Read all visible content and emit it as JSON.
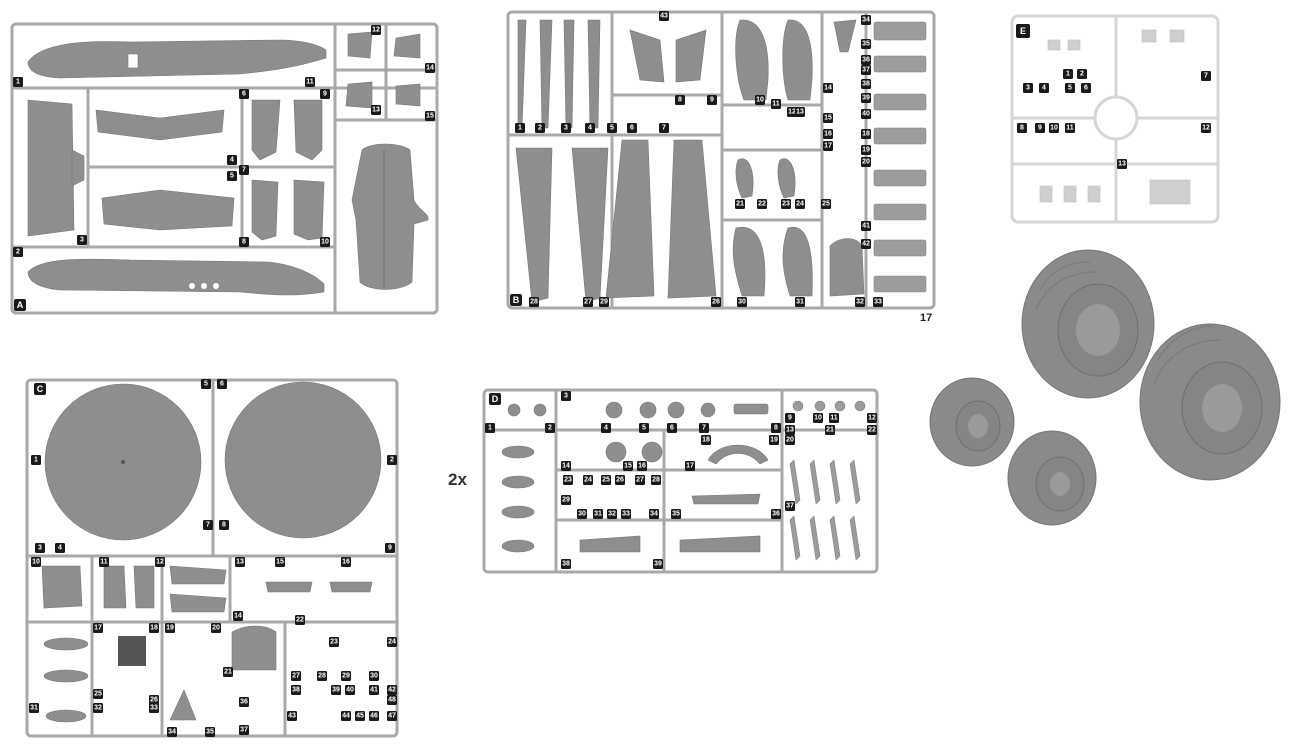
{
  "page": {
    "number": "17",
    "multiplier_label": "2x"
  },
  "sprues": {
    "A": {
      "letter": "A",
      "labels": [
        "1",
        "2",
        "3",
        "4",
        "5",
        "6",
        "7",
        "8",
        "9",
        "10",
        "11",
        "12",
        "13",
        "14",
        "15"
      ]
    },
    "B": {
      "letter": "B",
      "labels": [
        "1",
        "2",
        "3",
        "4",
        "5",
        "6",
        "7",
        "8",
        "9",
        "10",
        "11",
        "12",
        "13",
        "14",
        "15",
        "16",
        "17",
        "18",
        "19",
        "20",
        "21",
        "22",
        "23",
        "24",
        "25",
        "26",
        "27",
        "28",
        "29",
        "30",
        "31",
        "32",
        "33",
        "34",
        "35",
        "36",
        "37",
        "38",
        "39",
        "40",
        "41",
        "42",
        "43"
      ]
    },
    "C": {
      "letter": "C",
      "labels": [
        "1",
        "2",
        "3",
        "4",
        "5",
        "6",
        "7",
        "8",
        "9",
        "10",
        "11",
        "12",
        "13",
        "14",
        "15",
        "16",
        "17",
        "18",
        "19",
        "20",
        "21",
        "22",
        "23",
        "24",
        "25",
        "26",
        "27",
        "28",
        "29",
        "30",
        "31",
        "32",
        "33",
        "34",
        "35",
        "36",
        "37",
        "38",
        "39",
        "40",
        "41",
        "42",
        "43",
        "44",
        "45",
        "46",
        "47",
        "48"
      ]
    },
    "D": {
      "letter": "D",
      "labels": [
        "1",
        "2",
        "3",
        "4",
        "5",
        "6",
        "7",
        "8",
        "9",
        "10",
        "11",
        "12",
        "13",
        "14",
        "15",
        "16",
        "17",
        "18",
        "19",
        "20",
        "21",
        "22",
        "23",
        "24",
        "25",
        "26",
        "27",
        "28",
        "29",
        "30",
        "31",
        "32",
        "33",
        "34",
        "35",
        "36",
        "37",
        "38",
        "39"
      ]
    },
    "E": {
      "letter": "E",
      "labels": [
        "1",
        "2",
        "3",
        "4",
        "5",
        "6",
        "7",
        "8",
        "9",
        "10",
        "11",
        "12",
        "13"
      ]
    }
  },
  "colors": {
    "plastic": "#8e8e8e",
    "clear": "#cfcfcf",
    "badge": "#1a1a1a",
    "resin": "#8a8a8a"
  }
}
